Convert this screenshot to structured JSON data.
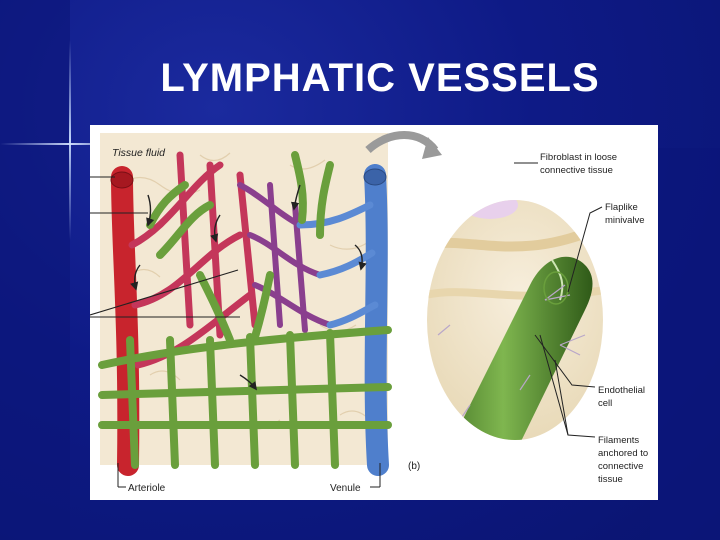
{
  "slide": {
    "title": "LYMPHATIC VESSELS"
  },
  "figure": {
    "panel_label": "(b)",
    "labels": {
      "tissue_fluid": "Tissue fluid",
      "arteriole": "Arteriole",
      "venule": "Venule",
      "fibroblast_line1": "Fibroblast in loose",
      "fibroblast_line2": "connective tissue",
      "flaplike_line1": "Flaplike",
      "flaplike_line2": "minivalve",
      "endothelial_line1": "Endothelial",
      "endothelial_line2": "cell",
      "filaments_line1": "Filaments",
      "filaments_line2": "anchored to",
      "filaments_line3": "connective",
      "filaments_line4": "tissue"
    }
  },
  "colors": {
    "background": "#0e1a86",
    "arteriole": "#c8242d",
    "capillary_red": "#c4365a",
    "capillary_purple": "#8a3f8e",
    "venule": "#4f7fcc",
    "lymphatic": "#6a9f3c",
    "tissue": "#f1e6cf"
  }
}
